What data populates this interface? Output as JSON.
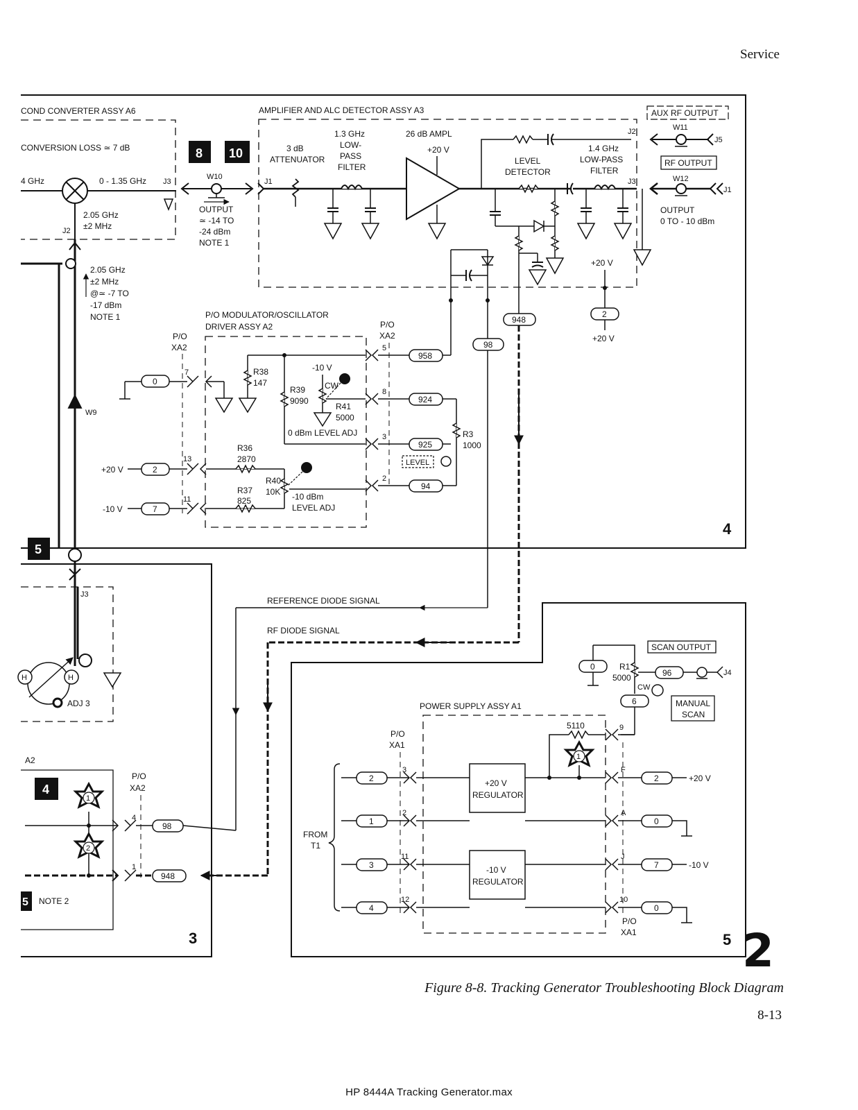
{
  "header": {
    "section": "Service"
  },
  "caption": "Figure 8-8.   Tracking Generator Troubleshooting Block Diagram",
  "page_number": "8-13",
  "footer": "HP 8444A Tracking Generator.max",
  "sheet_marker": "2",
  "zones": {
    "z4": "4",
    "z3": "3",
    "z5": "5"
  },
  "callouts": {
    "c8": "8",
    "c10": "10",
    "c5": "5",
    "c4": "4",
    "c6": "5"
  },
  "a6": {
    "title": "COND CONVERTER ASSY A6",
    "conv_loss": "CONVERSION LOSS ≃ 7 dB",
    "freq_in": "4 GHz",
    "freq_out": "0 - 1.35 GHz",
    "j3": "J3",
    "j2": "J2",
    "lo_freq": "2.05 GHz",
    "lo_tol": "±2 MHz"
  },
  "w10": {
    "label": "W10",
    "output_lines": [
      "OUTPUT",
      "≃ -14 TO",
      "-24 dBm",
      "NOTE 1"
    ]
  },
  "a3": {
    "title": "AMPLIFIER AND ALC DETECTOR ASSY A3",
    "j1": "J1",
    "attenuator": [
      "3 dB",
      "ATTENUATOR"
    ],
    "lpf1": [
      "1.3 GHz",
      "LOW-",
      "PASS",
      "FILTER"
    ],
    "ampl": "26 dB AMPL",
    "ampl_v": "+20 V",
    "level_detector": [
      "LEVEL",
      "DETECTOR"
    ],
    "lpf2": [
      "1.4 GHz",
      "LOW-PASS",
      "FILTER"
    ],
    "j2": "J2",
    "j3": "J3",
    "aux_rf": "AUX RF OUTPUT",
    "w11": "W11",
    "j5": "J5",
    "rf_output": "RF OUTPUT",
    "w12": "W12",
    "j1_out": "J1",
    "output_lines": [
      "OUTPUT",
      "0 TO - 10 dBm"
    ],
    "supply_top": "+20 V",
    "supply_bot": "+20 V",
    "supply_node": "2"
  },
  "lo_note": [
    "2.05 GHz",
    "±2 MHz",
    "@≃ -7 TO",
    "-17 dBm",
    "NOTE 1"
  ],
  "w9": "W9",
  "a2": {
    "title": [
      "P/O MODULATOR/OSCILLATOR",
      "DRIVER ASSY A2"
    ],
    "po_left": [
      "P/O",
      "XA2"
    ],
    "po_right": [
      "P/O",
      "XA2"
    ],
    "r38": [
      "R38",
      "147"
    ],
    "r39": [
      "R39",
      "9090"
    ],
    "r41": [
      "R41",
      "5000"
    ],
    "minus10": "-10 V",
    "cw": "CW",
    "adj0": "0 dBm LEVEL ADJ",
    "r36": [
      "R36",
      "2870"
    ],
    "r37": [
      "R37",
      "825"
    ],
    "r40": [
      "R40",
      "10K"
    ],
    "adj10": [
      "-10 dBm",
      "LEVEL ADJ"
    ],
    "r3": [
      "R3",
      "1000"
    ],
    "level": "LEVEL",
    "pins": [
      "7",
      "13",
      "11",
      "5",
      "8",
      "3",
      "2"
    ],
    "supply_p20": "+20 V",
    "supply_m10": "-10 V"
  },
  "wires": {
    "w0": "0",
    "w2": "2",
    "w7": "7",
    "w958": "958",
    "w924": "924",
    "w925": "925",
    "w94": "94",
    "w98": "98",
    "w948": "948",
    "w98b": "98",
    "w948b": "948"
  },
  "signals": {
    "ref": "REFERENCE DIODE SIGNAL",
    "rf": "RF DIODE SIGNAL"
  },
  "a2lower": {
    "title": "A2",
    "po": [
      "P/O",
      "XA2"
    ],
    "note2": "NOTE 2",
    "pin4": "4",
    "pin1": "1",
    "star1": "1",
    "star2": "2"
  },
  "osc": {
    "j3": "J3",
    "adj": "ADJ 3",
    "h": "H"
  },
  "scan": {
    "scan_output": "SCAN OUTPUT",
    "r1": [
      "R1",
      "5000"
    ],
    "cw": "CW",
    "j4": "J4",
    "manual": [
      "MANUAL",
      "SCAN"
    ],
    "w0": "0",
    "w96": "96",
    "w6": "6"
  },
  "a1": {
    "title": "POWER SUPPLY ASSY A1",
    "po_left": [
      "P/O",
      "XA1"
    ],
    "po_right": [
      "P/O",
      "XA1"
    ],
    "r5110": "5110",
    "reg20": [
      "+20 V",
      "REGULATOR"
    ],
    "reg10": [
      "-10 V",
      "REGULATOR"
    ],
    "from": [
      "FROM",
      "T1"
    ],
    "star": "1",
    "left_pins": [
      "3",
      "2",
      "11",
      "12"
    ],
    "left_wires": [
      "2",
      "1",
      "3",
      "4"
    ],
    "right_pins": [
      "9",
      "F",
      "A",
      "J",
      "10"
    ],
    "right_wires": [
      "2",
      "0",
      "7",
      "0"
    ],
    "out_p20": "+20 V",
    "out_m10": "-10 V"
  }
}
